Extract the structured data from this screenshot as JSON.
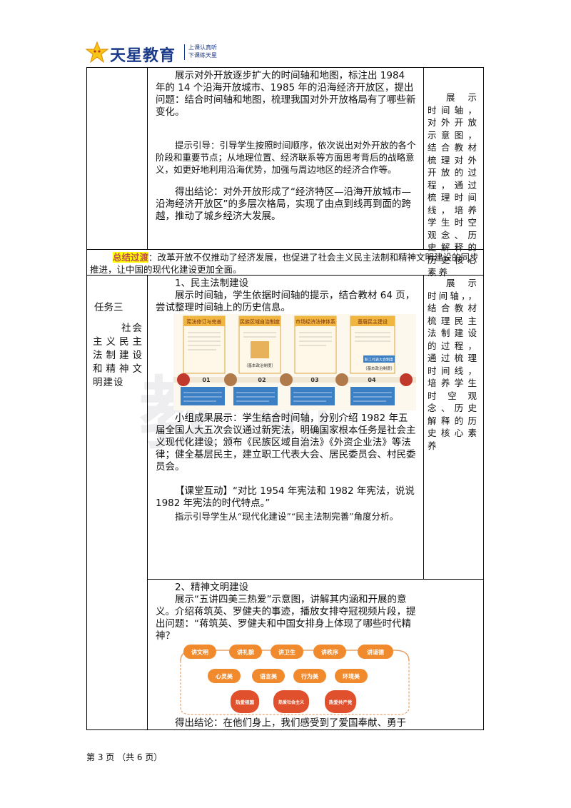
{
  "header": {
    "brand": "天星教育",
    "slogan_line1": "上课认真听",
    "slogan_line2": "下课练天星"
  },
  "watermark": "教  师",
  "row1": {
    "para1": "展示对外开放逐步扩大的时间轴和地图，标注出 1984 年的 14 个沿海开放城市、1985 年的沿海经济开放区，提出问题：结合时间轴和地图，梳理我国对外开放格局有了哪些新变化。",
    "para2": "提示引导：引导学生按照时间顺序，依次说出对外开放的各个阶段和重要节点；从地理位置、经济联系等方面思考背后的战略意义，如更好地利用沿海优势，加强与周边地区的经济合作等。",
    "para3": "得出结论：对外开放形成了“经济特区—沿海开放城市—沿海经济开放区”的多层次格局，实现了由点到线再到面的跨越，推动了城乡经济大发展。",
    "note": "展示时间轴，对外开放示意图，结合教材梳理对外开放的过程，通过梳理时间线，培养学生时空观念、历史解释的历史核心素养"
  },
  "summary": {
    "label": "总结过渡",
    "text": "：改革开放不仅推动了经济发展，也促进了社会主义民主法制和精神文明建设的同步推进，让中国的现代化建设更加全面。"
  },
  "task3": {
    "label": "任务三",
    "title": "社会主义民主法制建设和精神文明建设",
    "note": "展示时间轴，，结合教材梳理民主法制建设的过程，通过梳理时间线，培养学生时空观念、历史解释的历史核心素养",
    "sub1_heading": "1、民主法制建设",
    "sub1_para1": "展示时间轴，学生依据时间轴的提示，结合教材 64 页，尝试整理时间轴上的历史信息。",
    "sub1_para2": "小组成果展示：学生结合时间轴，分别介绍 1982 年五届全国人大五次会议通过新宪法，明确国家根本任务是社会主义现代化建设；颁布《民族区域自治法》《外资企业法》等法律；健全基层民主，建立职工代表大会、居民委员会、村民委员会。",
    "sub1_para3": "【课堂互动】“对比 1954 年宪法和 1982 年宪法，说说 1982 年宪法的时代特点。”",
    "sub1_para4": "指示引导学生从“现代化建设”“民主法制完善”角度分析。",
    "sub2_heading": "2、精神文明建设",
    "sub2_para1": "展示“五讲四美三热爱”示意图，讲解其内涵和开展的意义。介绍蒋筑英、罗健夫的事迹，播放女排夺冠视频片段，提出问题：“蒋筑英、罗健夫和中国女排身上体现了哪些时代精神？",
    "sub2_para2": "得出结论：在他们身上，我们感受到了爱国奉献、勇于"
  },
  "timeline": {
    "cards": [
      "宪法修订与完善",
      "民族区域自治制度",
      "市场经济法律体系",
      "基层民主建设"
    ],
    "numbers": [
      "01",
      "02",
      "03",
      "04"
    ],
    "captions": [
      "（基本政治制度）",
      "（基本政治制度）"
    ],
    "blue_label": "职工代表大会制度"
  },
  "diagram": {
    "row1": [
      "讲文明",
      "讲礼貌",
      "讲卫生",
      "讲秩序",
      "讲道德"
    ],
    "row2": [
      "心灵美",
      "语言美",
      "行为美",
      "环境美"
    ],
    "row3": [
      "热爱祖国",
      "热爱社会主义",
      "热爱共产党"
    ]
  },
  "footer": "第 3 页 （共 6 页）",
  "colors": {
    "brand": "#1a3a8a",
    "highlight": "#ffff00",
    "highlight_text": "#c0504d",
    "orange": "#f08a2c",
    "red_card": "#c0392b"
  }
}
